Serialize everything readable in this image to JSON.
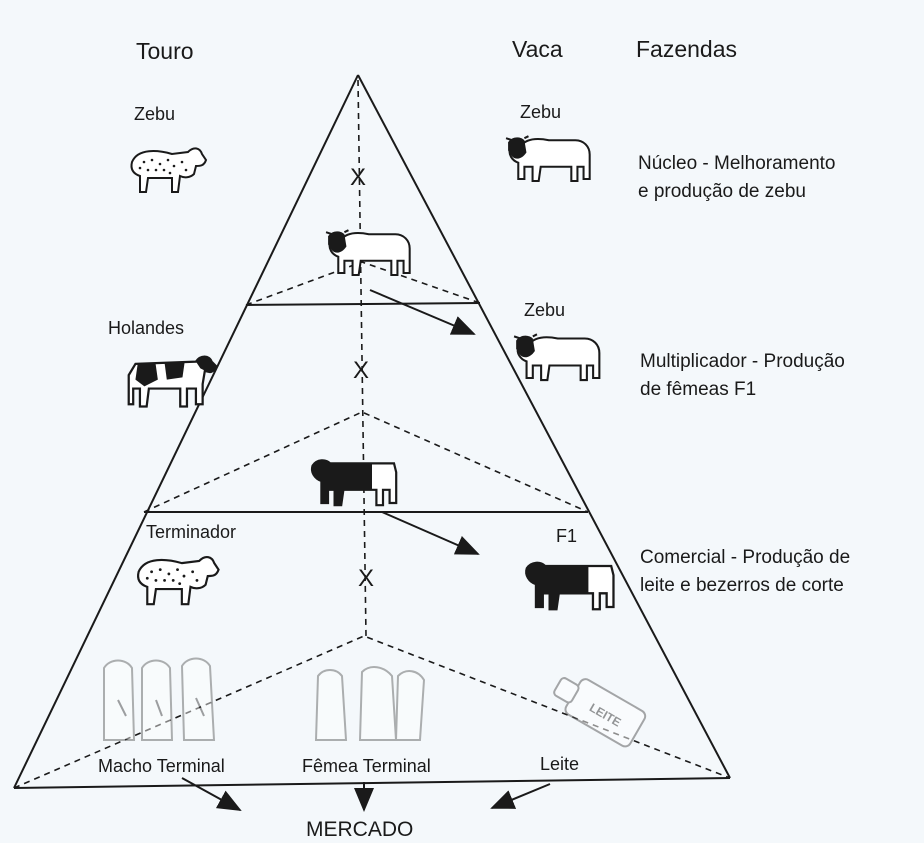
{
  "headers": {
    "bull": "Touro",
    "cow": "Vaca",
    "farms": "Fazendas"
  },
  "tiers": [
    {
      "bull_label": "Zebu",
      "cow_label": "Zebu",
      "farm_title": "Núcleo",
      "farm_desc_line1": "Núcleo - Melhoramento",
      "farm_desc_line2": "e produção de zebu"
    },
    {
      "bull_label": "Holandes",
      "cow_label": "Zebu",
      "farm_desc_line1": "Multiplicador - Produção",
      "farm_desc_line2": "de fêmeas F1"
    },
    {
      "bull_label": "Terminador",
      "cow_label": "F1",
      "farm_desc_line1": "Comercial - Produção de",
      "farm_desc_line2": "leite e bezerros de corte"
    }
  ],
  "products": {
    "male": "Macho Terminal",
    "female": "Fêmea Terminal",
    "milk": "Leite",
    "milk_box_text": "LEITE"
  },
  "market": "MERCADO",
  "cross_symbol": "X",
  "colors": {
    "line": "#1a1a1a",
    "background": "#f4f8fb",
    "animal_dark": "#111111",
    "animal_light": "#ffffff"
  }
}
